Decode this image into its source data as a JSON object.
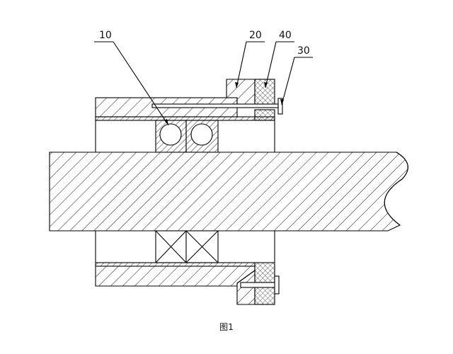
{
  "figure": {
    "caption": "图1",
    "labels": {
      "l10": "10",
      "l20": "20",
      "l40": "40",
      "l30": "30"
    }
  }
}
